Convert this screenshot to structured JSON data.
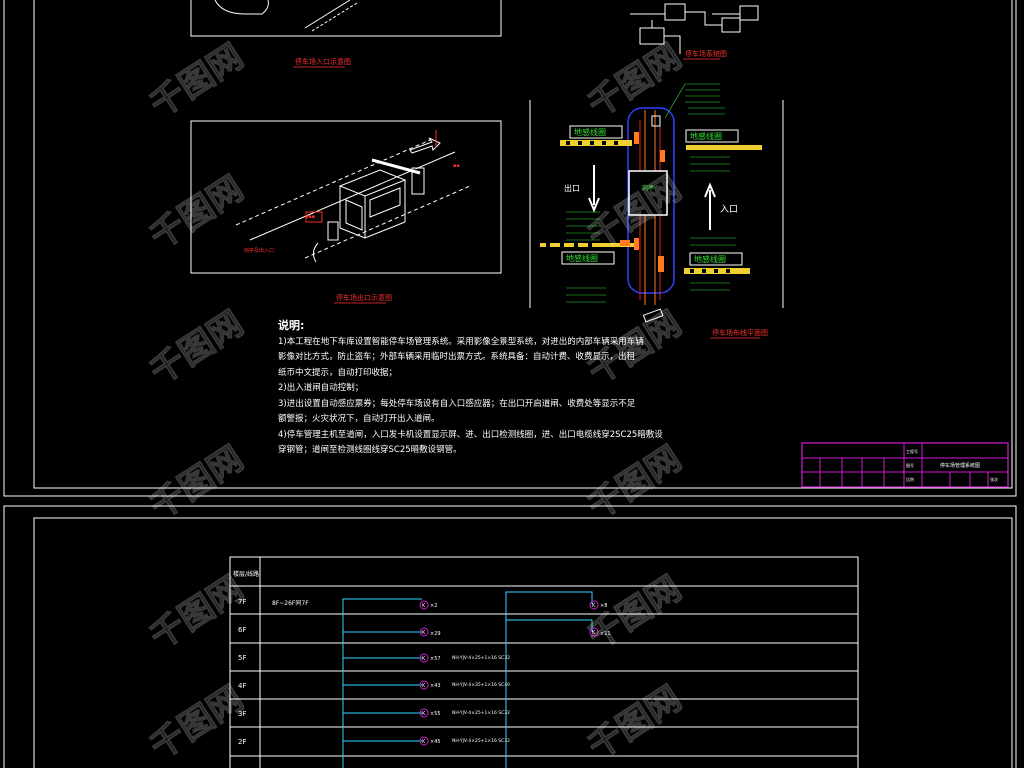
{
  "sheet1": {
    "caption_top": "停车场入口示意图",
    "caption_iso": "停车场出口示意图",
    "caption_controller": "停车场系统图",
    "caption_plan": "停车场布线平面图",
    "label_exit": "出口",
    "label_entry": "入口",
    "label_loop_1": "地感线圈",
    "label_loop_2": "地感线圈",
    "label_loop_3": "地感线圈",
    "label_loop_4": "地感线圈",
    "label_booth": "岗亭",
    "label_iso_note": "岗亭及出入口",
    "notes": {
      "title": "说明:",
      "lines": [
        "1)本工程在地下车库设置智能停车场管理系统。采用影像全景型系统，对进出的内部车辆采用车辆",
        "影像对比方式，防止盗车；外部车辆采用临时出票方式。系统具备：自动计费、收费显示，出租",
        "纸币中文提示，自动打印收据；",
        "2)出入道闸自动控制；",
        "3)进出设置自动感应票券；每处停车场设有自入口感应器；在出口开启道闸、收费处等显示不足",
        "额警报；火灾状况下，自动打开出入道闸。",
        "4)停车管理主机至道闸，入口发卡机设置显示屏、进、出口检测线圈，进、出口电缆线穿2SC25暗敷设",
        "穿钢管；道闸至检测线圈线穿SC25暗敷设钢管。"
      ]
    },
    "title_block": {
      "project": "停车场管理系统图",
      "row1": "工程号",
      "row2": "图号",
      "row3": "比例",
      "sheet": "张次"
    }
  },
  "sheet2": {
    "header": "楼层/线路",
    "floors": [
      "7F",
      "6F",
      "5F",
      "4F",
      "3F",
      "2F"
    ],
    "floor7_range": "8F~26F同7F",
    "tags": [
      "×2",
      "×29",
      "×57",
      "×43",
      "×55",
      "×45",
      "×8",
      "×11"
    ],
    "cables": [
      "NH-YJV-4×25+1×16 SC32",
      "NH-YJV-4×35+1×16 SC40",
      "NH-YJV-4×25+1×16 SC32",
      "NH-YJV-4×25+1×16 SC32"
    ]
  },
  "watermark": "千图网",
  "colors": {
    "frame": "#ffffff",
    "accent_magenta": "#d01dd0",
    "cable_cyan": "#2fd6ff",
    "label_green": "#35e235",
    "label_red": "#ff2a2a",
    "loop_yellow": "#f0d030"
  }
}
